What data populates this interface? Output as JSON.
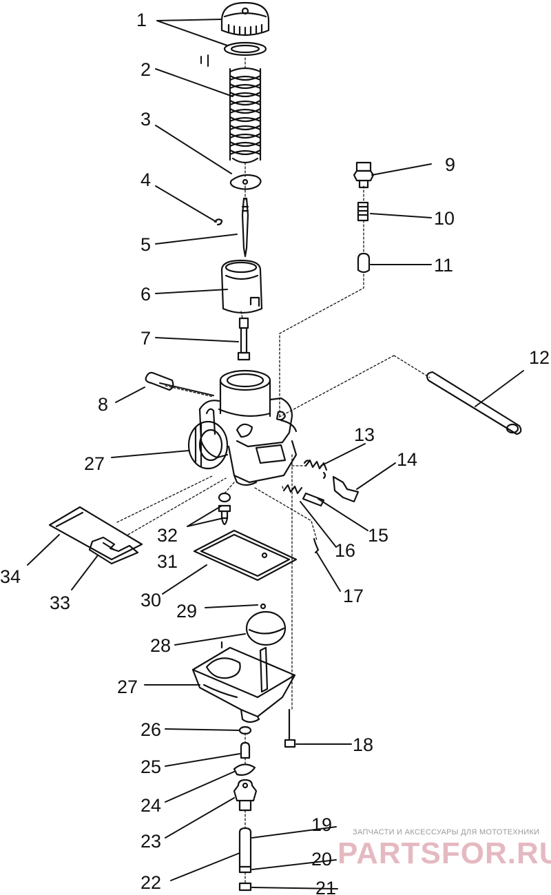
{
  "callouts": [
    "1",
    "2",
    "3",
    "4",
    "5",
    "6",
    "7",
    "8",
    "9",
    "10",
    "11",
    "12",
    "13",
    "14",
    "15",
    "16",
    "17",
    "18",
    "19",
    "20",
    "21",
    "22",
    "23",
    "24",
    "25",
    "26",
    "27",
    "27",
    "28",
    "29",
    "30",
    "31",
    "32",
    "33",
    "34"
  ],
  "watermark": {
    "subtitle": "ЗАПЧАСТИ И АКСЕССУАРЫ ДЛЯ МОТОТЕХНИКИ",
    "brand": "PARTSFOR.RU",
    "color": "#d08090"
  },
  "line_color": "#111111"
}
